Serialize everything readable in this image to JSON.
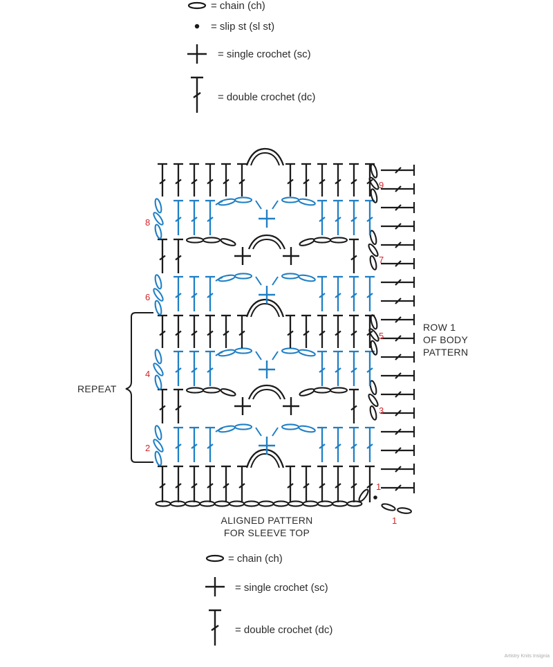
{
  "legend_top": [
    {
      "symbol": "chain",
      "text": "= chain (ch)"
    },
    {
      "symbol": "slip",
      "text": "= slip st (sl st)"
    },
    {
      "symbol": "sc",
      "text": "= single crochet (sc)"
    },
    {
      "symbol": "dc",
      "text": "= double crochet (dc)"
    }
  ],
  "legend_bottom": [
    {
      "symbol": "chain",
      "text": "= chain (ch)"
    },
    {
      "symbol": "sc",
      "text": "= single crochet (sc)"
    },
    {
      "symbol": "dc",
      "text": "= double crochet (dc)"
    }
  ],
  "repeat_label": "REPEAT",
  "row1_label": [
    "ROW 1",
    "OF BODY",
    "PATTERN"
  ],
  "caption": [
    "ALIGNED PATTERN",
    "FOR SLEEVE TOP"
  ],
  "row_numbers": {
    "r1": "1",
    "r2": "2",
    "r3": "3",
    "r4": "4",
    "r5": "5",
    "r6": "6",
    "r7": "7",
    "r8": "8",
    "r9": "9",
    "foundation": "1"
  },
  "watermark": "Artistry Knits Insignia",
  "colors": {
    "ink": "#1a1a1a",
    "blue": "#1f7fc4",
    "red": "#d0262c"
  }
}
